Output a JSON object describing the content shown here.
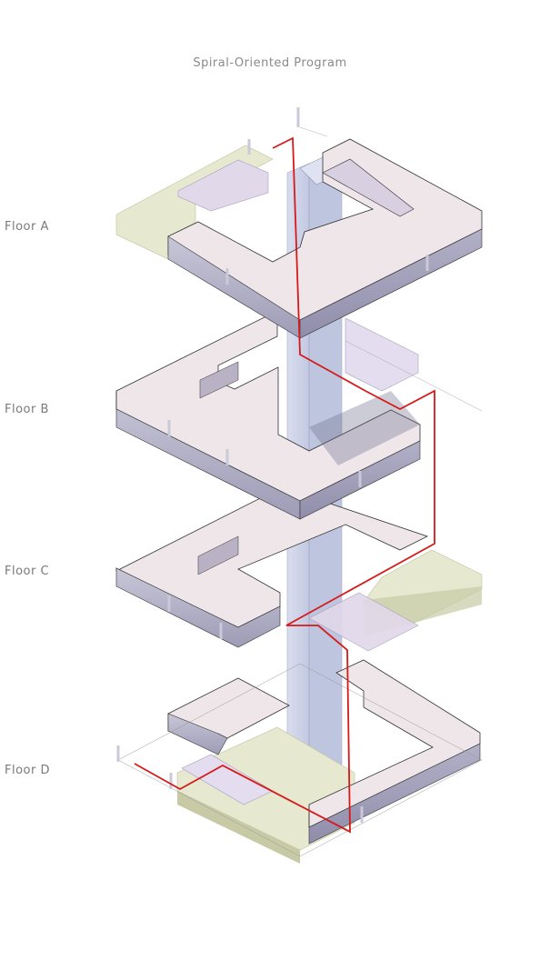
{
  "title": "Spiral-Oriented Program",
  "floors": [
    {
      "label": "Floor A"
    },
    {
      "label": "Floor B"
    },
    {
      "label": "Floor C"
    },
    {
      "label": "Floor D"
    }
  ],
  "colors": {
    "slab_top": "#efe6ea",
    "slab_side": "#b9b6cc",
    "program_green": "#e9ecd5",
    "program_purple": "#e1d8ea",
    "core": "#c9cfe4",
    "circulation_path": "#d61a1a"
  }
}
